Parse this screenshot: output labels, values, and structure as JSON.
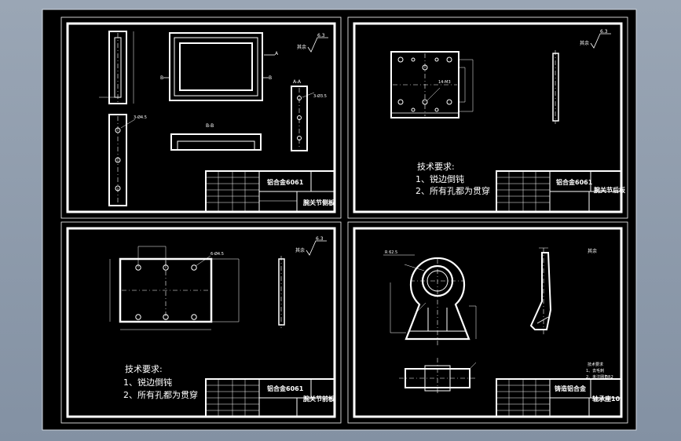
{
  "sheets": [
    {
      "id": "sheet-1",
      "finish": "其余",
      "roughness": "6.3",
      "section_marks": [
        "A",
        "B",
        "B",
        "A",
        "B-B",
        "A-A"
      ],
      "dims": [
        "3-Ø4.5",
        "3-Ø3.5"
      ],
      "title_block": {
        "material": "铝合金6061",
        "part_name": "腕关节侧板"
      },
      "notes": null
    },
    {
      "id": "sheet-2",
      "finish": "其余",
      "roughness": "6.3",
      "section_marks": [],
      "dims": [
        "14-M3"
      ],
      "title_block": {
        "material": "铝合金6061",
        "part_name": "腕关节后板"
      },
      "notes": {
        "heading": "技术要求:",
        "items": [
          "1、锐边倒钝",
          "2、所有孔都为贯穿"
        ]
      }
    },
    {
      "id": "sheet-3",
      "finish": "其余",
      "roughness": "6.3",
      "section_marks": [],
      "dims": [
        "6-Ø4.5"
      ],
      "title_block": {
        "material": "铝合金6061",
        "part_name": "腕关节前板"
      },
      "notes": {
        "heading": "技术要求:",
        "items": [
          "1、锐边倒钝",
          "2、所有孔都为贯穿"
        ]
      }
    },
    {
      "id": "sheet-4",
      "finish": "其余",
      "roughness": null,
      "section_marks": [],
      "dims": [
        "R 62.5"
      ],
      "title_block": {
        "material": "铸造铝合金",
        "part_name": "轴承座10"
      },
      "notes": {
        "heading": "技术要求",
        "items": [
          "1、去毛刺",
          "2、未注圆角R2"
        ]
      }
    }
  ]
}
